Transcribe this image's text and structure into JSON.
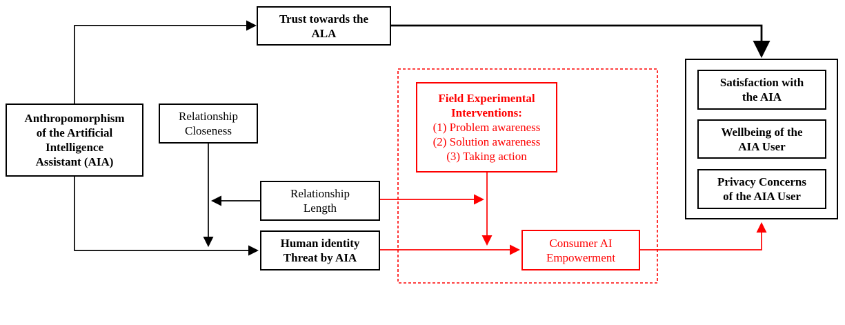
{
  "diagram": {
    "colors": {
      "line_black": "#000000",
      "line_red": "#fe0000",
      "background": "#ffffff"
    },
    "nodes": {
      "anthropomorphism": {
        "label": "Anthropomorphism\nof the Artificial\nIntelligence\nAssistant (AIA)"
      },
      "relationship_closeness": {
        "label": "Relationship\nCloseness"
      },
      "trust": {
        "label": "Trust towards the\nALA"
      },
      "relationship_length": {
        "label": "Relationship\nLength"
      },
      "human_identity_threat": {
        "label": "Human identity\nThreat by AIA"
      },
      "field_experimental_interventions": {
        "heading": "Field Experimental\nInterventions:",
        "items": [
          "(1) Problem awareness",
          "(2) Solution awareness",
          "(3) Taking action"
        ]
      },
      "consumer_ai_empowerment": {
        "label": "Consumer AI\nEmpowerment"
      },
      "outcomes": {
        "satisfaction": {
          "label": "Satisfaction with\nthe AIA"
        },
        "wellbeing": {
          "label": "Wellbeing of the\nAIA User"
        },
        "privacy": {
          "label": "Privacy Concerns\nof the AIA User"
        }
      }
    }
  }
}
